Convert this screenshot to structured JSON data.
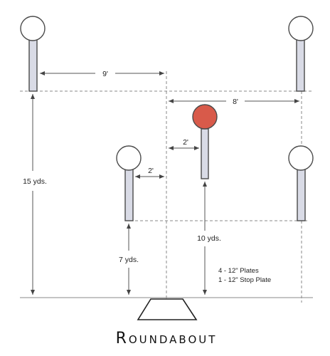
{
  "title": "Roundabout",
  "dimensions": {
    "nine_ft": "9'",
    "eight_ft": "8'",
    "two_ft_upper": "2'",
    "two_ft_lower": "2'",
    "fifteen_yds": "15 yds.",
    "ten_yds": "10 yds.",
    "seven_yds": "7 yds."
  },
  "legend": {
    "line1": "4 - 12\" Plates",
    "line2": "1 - 12\" Stop Plate"
  },
  "colors": {
    "stop_plate": "#d85a4a",
    "post": "#d9dbe6",
    "outline": "#4a4a4a"
  }
}
